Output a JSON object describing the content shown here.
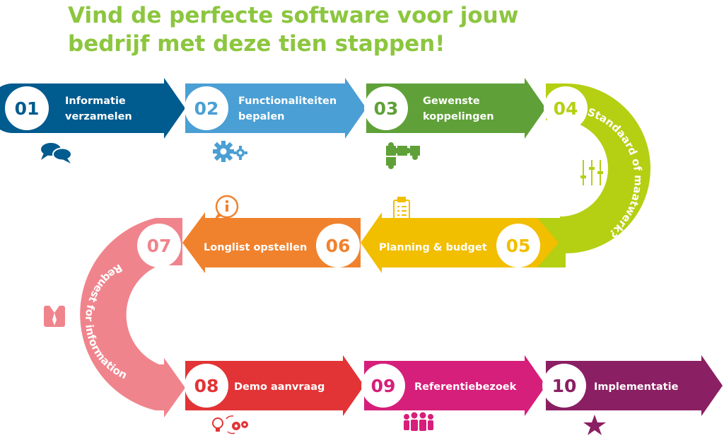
{
  "title_line1": "Vind de perfecte software voor jouw",
  "title_line2": "bedrijf met deze tien stappen!",
  "steps": [
    {
      "num": "01",
      "line1": "Informatie",
      "line2": "verzamelen",
      "color": "#005b8e",
      "icon": "speech-bubbles-icon"
    },
    {
      "num": "02",
      "line1": "Functionaliteiten",
      "line2": "bepalen",
      "color": "#4a9fd4",
      "icon": "gears-icon"
    },
    {
      "num": "03",
      "line1": "Gewenste",
      "line2": "koppelingen",
      "color": "#5fa138",
      "icon": "puzzle-icon"
    },
    {
      "num": "04",
      "line1": "Standaard of maatwerk?",
      "line2": "",
      "color": "#b5cf13",
      "icon": "sliders-icon"
    },
    {
      "num": "05",
      "line1": "Planning & budget",
      "line2": "",
      "color": "#f2be00",
      "icon": "clipboard-icon"
    },
    {
      "num": "06",
      "line1": "Longlist opstellen",
      "line2": "",
      "color": "#f0822d",
      "icon": "info-bubble-icon"
    },
    {
      "num": "07",
      "line1": "Request for information",
      "line2": "",
      "color": "#f0848c",
      "icon": "shirt-tie-icon"
    },
    {
      "num": "08",
      "line1": "Demo aanvraag",
      "line2": "",
      "color": "#e23436",
      "icon": "idea-gears-icon"
    },
    {
      "num": "09",
      "line1": "Referentiebezoek",
      "line2": "",
      "color": "#d61f7a",
      "icon": "people-group-icon"
    },
    {
      "num": "10",
      "line1": "Implementatie",
      "line2": "",
      "color": "#8b1f63",
      "icon": "star-icon"
    }
  ]
}
